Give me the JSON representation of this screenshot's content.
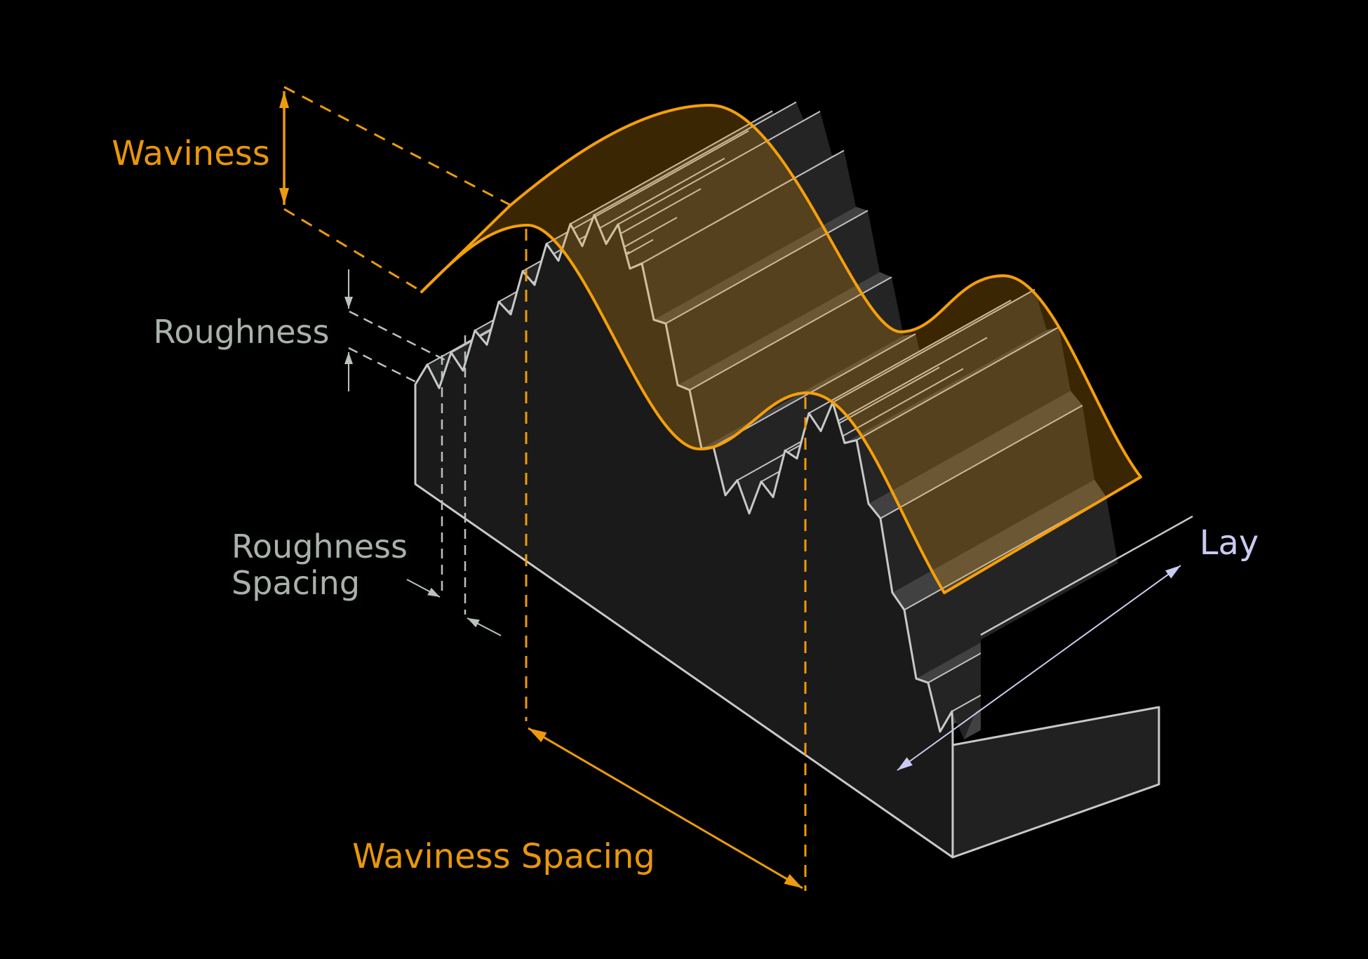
{
  "scene": {
    "background": "#000000",
    "description": "Isometric surface-texture diagram of a machined block showing waviness, roughness, spacing and lay"
  },
  "labels": {
    "waviness": "Waviness",
    "roughness": "Roughness",
    "roughness_spacing_line1": "Roughness",
    "roughness_spacing_line2": "Spacing",
    "waviness_spacing": "Waviness Spacing",
    "lay": "Lay"
  },
  "colors": {
    "background": "#000000",
    "orange": "#EE9A0E",
    "orange_text": "#E8960C",
    "sheet_stroke": "#F5A00B",
    "sheet_fill_rgba": "rgba(242,158,11,0.24)",
    "gray_text": "#A8B2AA",
    "gray_dim": "#B9C3BB",
    "block_stroke": "#C6C9C6",
    "front_face_fill": "#1A1A1A",
    "right_face_fill": "#212121",
    "facet_dark": "#242424",
    "facet_light": "#414141",
    "ridge_line": "#C2C2C2",
    "lavender": "#CACAF2"
  }
}
